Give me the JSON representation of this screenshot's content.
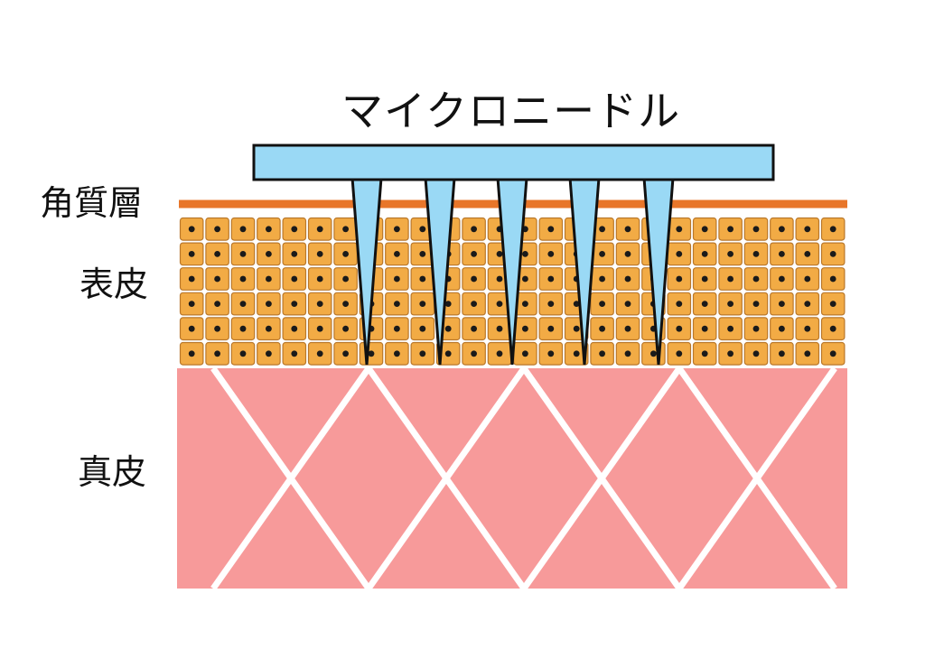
{
  "title": "マイクロニードル",
  "layers": {
    "stratum_corneum": "角質層",
    "epidermis": "表皮",
    "dermis": "真皮"
  },
  "needle_count": 5,
  "colors": {
    "needle_fill": "#9ad9f5",
    "outline": "#111111",
    "stratum_line": "#e8762a",
    "cell_fill": "#f2ab45",
    "cell_dot": "#1a1a1a",
    "dermis_fill": "#f79a9a",
    "dermis_lines": "#ffffff"
  }
}
